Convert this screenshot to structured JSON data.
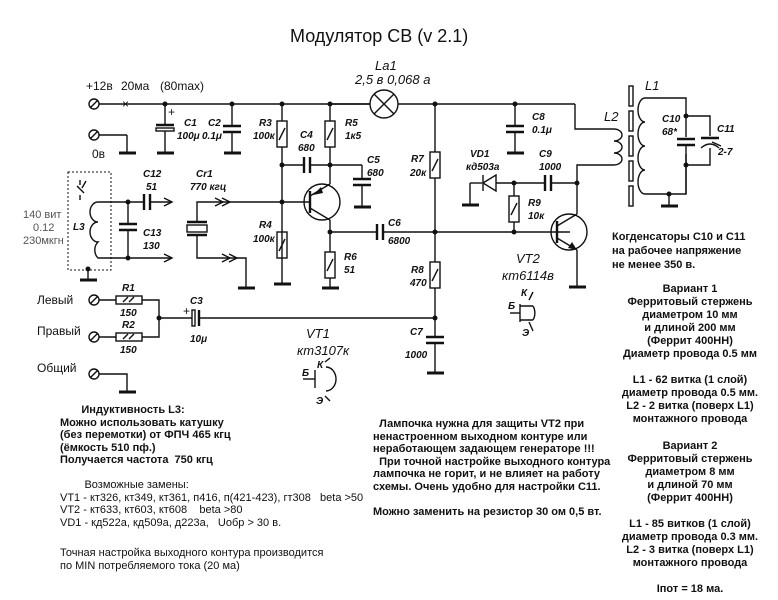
{
  "title": "Модулятор СВ (v 2.1)",
  "power": {
    "plus_label": "+12в",
    "current_label": "20ма",
    "max_label": "(80max)",
    "ground_label": "0в"
  },
  "inputs": {
    "left": "Левый",
    "right": "Правый",
    "common": "Общий"
  },
  "components": {
    "La1": {
      "name": "La1",
      "value": "2,5 в  0,068 а"
    },
    "C1": {
      "name": "C1",
      "value": "100μ"
    },
    "C2": {
      "name": "C2",
      "value": "0.1μ"
    },
    "R3": {
      "name": "R3",
      "value": "100к"
    },
    "C4": {
      "name": "C4",
      "value": "680"
    },
    "R5": {
      "name": "R5",
      "value": "1к5"
    },
    "C5": {
      "name": "C5",
      "value": "680"
    },
    "R7": {
      "name": "R7",
      "value": "20к"
    },
    "C8": {
      "name": "C8",
      "value": "0.1μ"
    },
    "VD1": {
      "name": "VD1",
      "value": "кд503а"
    },
    "C9": {
      "name": "C9",
      "value": "1000"
    },
    "R9": {
      "name": "R9",
      "value": "10к"
    },
    "L1": {
      "name": "L1"
    },
    "L2": {
      "name": "L2"
    },
    "C10": {
      "name": "C10",
      "value": "68*"
    },
    "C11": {
      "name": "C11",
      "value": "2-7"
    },
    "C12": {
      "name": "C12",
      "value": "51"
    },
    "C13": {
      "name": "C13",
      "value": "130"
    },
    "L3": {
      "name": "L3",
      "spec": [
        "140 вит",
        "0.12",
        "230мкгн"
      ]
    },
    "Cr1": {
      "name": "Cr1",
      "value": "770 кгц"
    },
    "R4": {
      "name": "R4",
      "value": "100к"
    },
    "R6": {
      "name": "R6",
      "value": "51"
    },
    "C6": {
      "name": "C6",
      "value": "6800"
    },
    "R8": {
      "name": "R8",
      "value": "470"
    },
    "C7": {
      "name": "C7",
      "value": "1000"
    },
    "R1": {
      "name": "R1",
      "value": "150"
    },
    "R2": {
      "name": "R2",
      "value": "150"
    },
    "C3": {
      "name": "C3",
      "value": "10μ"
    },
    "VT1": {
      "name": "VT1",
      "value": "кт3107к"
    },
    "VT2": {
      "name": "VT2",
      "value": "кт6114в"
    }
  },
  "pinout": {
    "k": "К",
    "b": "Б",
    "e": "Э"
  },
  "notes": {
    "capacitors": "Когденсаторы С10 и С11\nна рабочее напряжение\nне менее 350 в.",
    "variant1": "Вариант 1\nФерритовый стержень\nдиаметром 10 мм\nи длиной 200 мм\n(Феррит 400НН)\nДиаметр провода 0.5 мм\n\nL1 - 62 витка (1 слой)\nдиаметр провода 0.5 мм.\nL2 - 2 витка (поверх L1)\nмонтажного провода",
    "variant2": "Вариант 2\nФерритовый стержень\nдиаметром 8 мм\nи длиной 70 мм\n(Феррит 400НН)\n\nL1 - 85 витков (1 слой)\nдиаметр провода 0.3 мм.\nL2 - 3 витка (поверх L1)\nмонтажного провода\n\nIпот = 18 ма.",
    "inductance": "       Индуктивность L3:\nМожно использовать катушку\n(без перемотки) от ФПЧ 465 кгц\n(ёмкость 510 пф.)\nПолучается частота  750 кгц",
    "replacements": "        Возможные замены:\nVT1 - кт326, кт349, кт361, п416, п(421-423), гт308   beta >50\nVT2 - кт633, кт603, кт608    beta >80\nVD1 - кд522а, кд509а, д223а,   Uобр > 30 в.",
    "tuning": "Точная настройка выходного контура производится\nпо MIN потребляемого тока (20 ма)",
    "lamp": "  Лампочка нужна для защиты VT2 при\nненастроенном выходном контуре или\nнеработающем задающем генераторе !!!\n  При точной настройке выходного контура\nлампочка не горит, и не влияет на работу\nсхемы. Очень удобно для настройки С11.\n\nМожно заменить на резистор 30 ом 0,5 вт."
  }
}
